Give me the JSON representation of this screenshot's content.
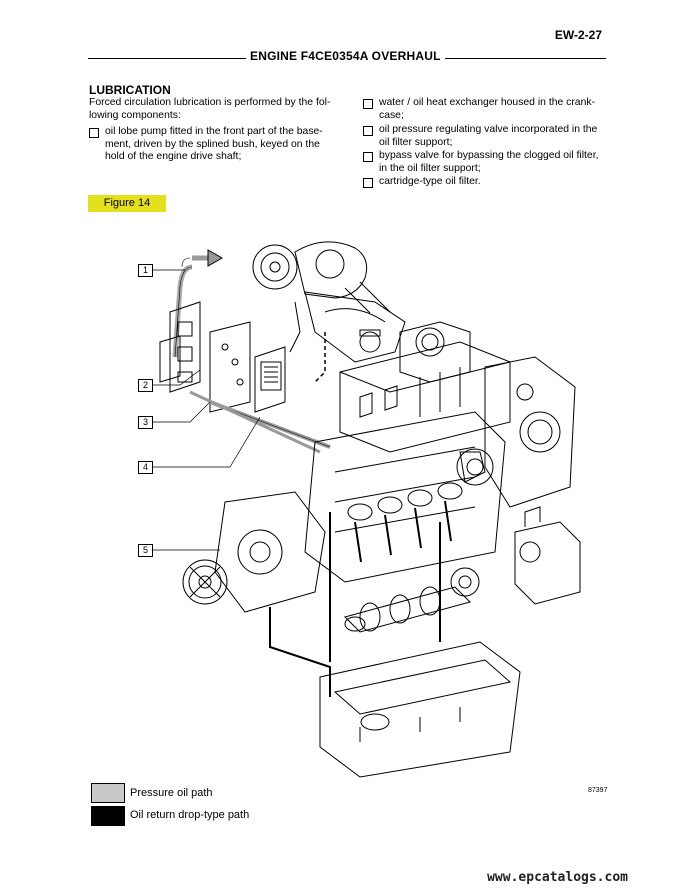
{
  "header": {
    "page_number": "EW-2-27",
    "title": "ENGINE F4CE0354A OVERHAUL"
  },
  "section": {
    "title": "LUBRICATION",
    "intro": [
      "Forced circulation lubrication is performed by the fol-",
      "lowing components:"
    ],
    "left_bullets": [
      [
        "oil lobe pump fitted in the front part of the base-",
        "ment, driven by the splined bush, keyed on the",
        "hold of the engine drive shaft;"
      ]
    ],
    "right_bullets": [
      [
        "water / oil heat exchanger housed in the crank-",
        "case;"
      ],
      [
        "oil pressure regulating valve incorporated in the",
        "oil filter support;"
      ],
      [
        "bypass valve for bypassing the clogged oil filter,",
        "in the oil filter support;"
      ],
      [
        "cartridge-type oil filter."
      ]
    ]
  },
  "figure": {
    "label": "Figure 14",
    "callouts": [
      "1",
      "2",
      "3",
      "4",
      "5"
    ],
    "code": "87397",
    "colors": {
      "label_bg": "#e3e11c",
      "pressure": "#c8c8c8",
      "return": "#000000"
    }
  },
  "legend": [
    {
      "label": "Pressure oil path",
      "color": "#c8c8c8"
    },
    {
      "label": "Oil return drop-type path",
      "color": "#000000"
    }
  ],
  "watermark": "www.epcatalogs.com"
}
